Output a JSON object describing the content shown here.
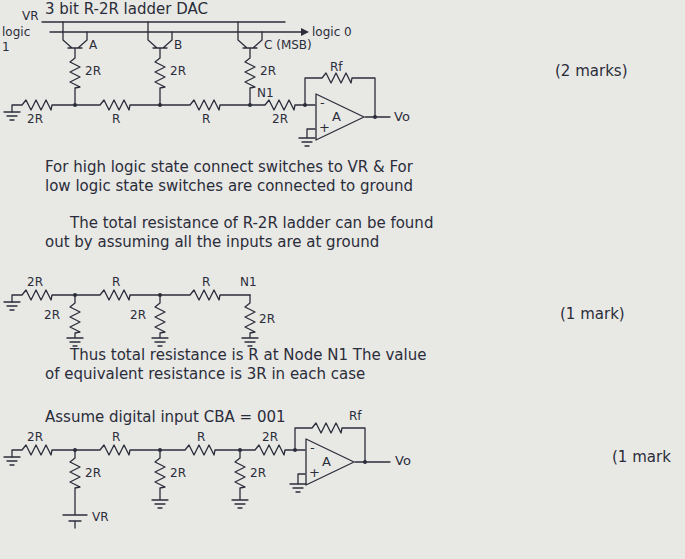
{
  "diagram": {
    "title": "3 bit R-2R ladder DAC",
    "nodes": [
      {
        "text": [
          "-",
          "A",
          "+"
        ]
      },
      {
        "text": [
          "-",
          "A",
          "+"
        ]
      }
    ],
    "labels": [
      "VR",
      "logic 1",
      "logic 0",
      "A",
      "2R",
      "B",
      "2R",
      "C (MSB)",
      "2R",
      "2R",
      "R",
      "R",
      "N1",
      "2R",
      "Rf",
      "Vo",
      "(2 marks)",
      "For high logic state connect switches to VR & For low logic state switches are connected to ground",
      "The total resistance of R-2R ladder can be found out by assuming all the inputs are at ground",
      "2R",
      "R",
      "R",
      "N1",
      "2R",
      "2R",
      "2R",
      "(1 mark)",
      "Thus total resistance is R at Node N1 The value of equivalent resistance is 3R in each case",
      "Assume digital input CBA = 001",
      "2R",
      "R",
      "R",
      "2R",
      "Rf",
      "Vo",
      "2R",
      "2R",
      "2R",
      "VR",
      "(1 mark"
    ]
  }
}
